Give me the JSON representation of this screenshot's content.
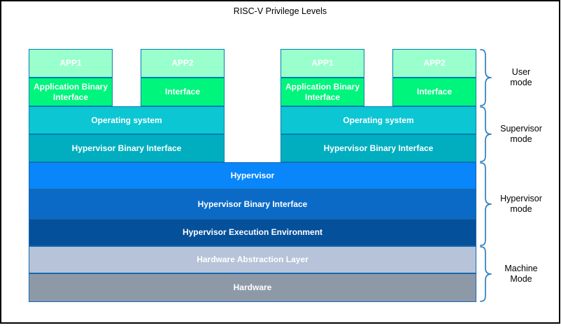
{
  "title": "RISC-V Privilege Levels",
  "colors": {
    "app_fill": "#99FFCC",
    "abi_fill": "#00F57D",
    "os_fill": "#0CC6D4",
    "hbi_supervisor_fill": "#00AEC0",
    "hypervisor_fill": "#0886FA",
    "hbi_fill": "#0B6AC6",
    "hee_fill": "#05509A",
    "hal_fill": "#B6C3D8",
    "hardware_fill": "#8E99A8",
    "box_border": "#0080B0",
    "layer_border": "#1668B2",
    "brace": "#2E7FBF",
    "box_text": "#FFFFFF",
    "label_text": "#000000"
  },
  "stacks": [
    {
      "side": "left",
      "app1": "APP1",
      "app2": "APP2",
      "abi": "Application Binary Interface",
      "interface_label": "Interface",
      "os": "Operating system",
      "hbi": "Hypervisor Binary Interface"
    },
    {
      "side": "right",
      "app1": "APP1",
      "app2": "APP2",
      "abi": "Application Binary Interface",
      "interface_label": "Interface",
      "os": "Operating system",
      "hbi": "Hypervisor Binary Interface"
    }
  ],
  "layers": [
    {
      "id": "hypervisor",
      "label": "Hypervisor"
    },
    {
      "id": "hypervisor-binary-interface",
      "label": "Hypervisor Binary Interface"
    },
    {
      "id": "hypervisor-execution-environment",
      "label": "Hypervisor Execution Environment"
    },
    {
      "id": "hardware-abstraction-layer",
      "label": "Hardware Abstraction Layer"
    },
    {
      "id": "hardware",
      "label": "Hardware"
    }
  ],
  "modes": [
    {
      "id": "user",
      "label": "User\nmode"
    },
    {
      "id": "supervisor",
      "label": "Supervisor\nmode"
    },
    {
      "id": "hypervisor",
      "label": "Hypervisor\nmode"
    },
    {
      "id": "machine",
      "label": "Machine\nMode"
    }
  ]
}
